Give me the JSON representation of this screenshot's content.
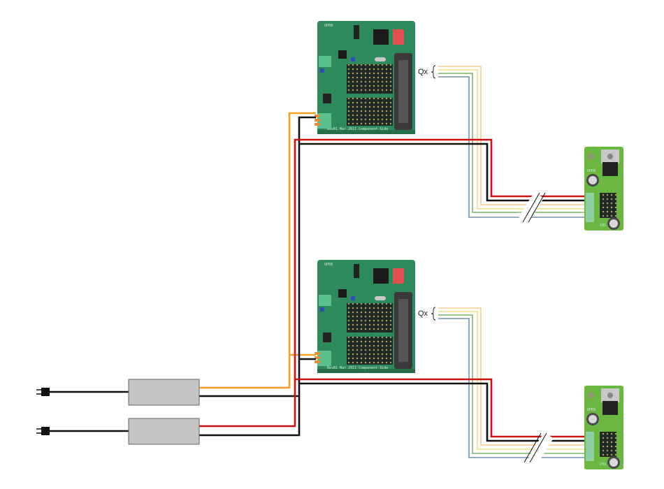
{
  "diagram": {
    "title": "",
    "colors": {
      "wire_orange": "#f5a020",
      "wire_red": "#cc1111",
      "wire_black": "#111111",
      "signal_orange": "#f3c27a",
      "signal_yellow": "#e8dc6e",
      "signal_green": "#5ea84a",
      "signal_blue": "#5a7a9a",
      "psu_fill": "#c4c4c4",
      "psu_stroke": "#666666",
      "pcb_green": "#2e8a5a",
      "terminal_green": "#5cc08a",
      "module_green": "#6ab842"
    },
    "controllers": [
      {
        "name": "UPEB",
        "footer": "RevB1 Mar 2011 Component Side",
        "signal_label": "Qx"
      },
      {
        "name": "UPEB",
        "footer": "RevB1 Mar 2011 Component Side",
        "signal_label": "Qx"
      }
    ],
    "modules": [
      {
        "name": "UPEB",
        "pin_label": "CH1"
      },
      {
        "name": "UPEB",
        "pin_label": "CH1"
      }
    ],
    "power_supplies": [
      {
        "output": "orange"
      },
      {
        "output": "red"
      }
    ],
    "signal_wires": [
      "orange",
      "yellow",
      "green",
      "blue"
    ]
  }
}
